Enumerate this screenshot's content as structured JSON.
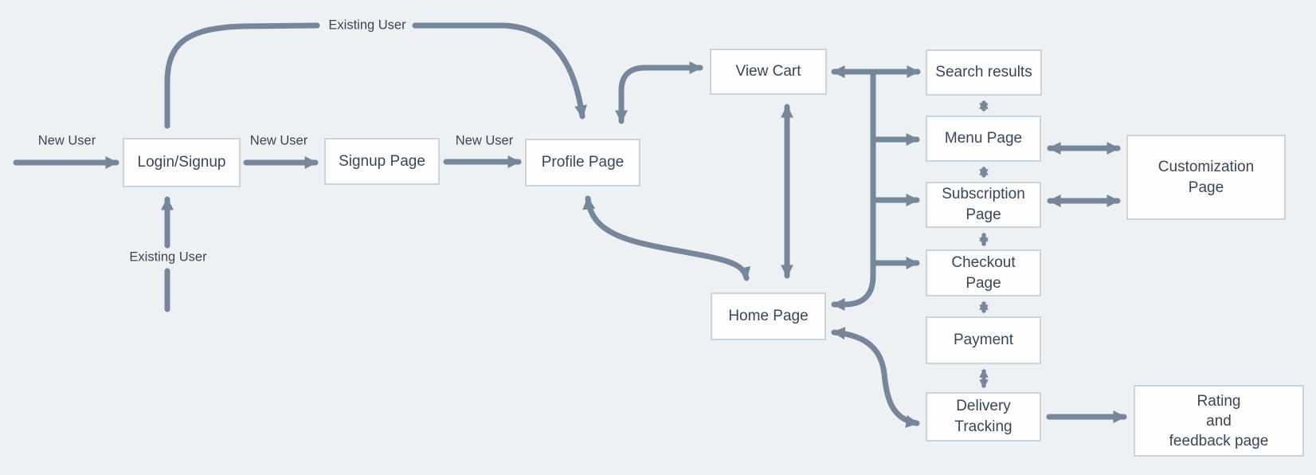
{
  "diagram": {
    "type": "app-navigation-flowchart",
    "colors": {
      "background": "#edf1f4",
      "arrow": "#76869b",
      "node_fill": "#fdfdfe",
      "node_border": "#ccd4db",
      "text": "#3a4656"
    }
  },
  "nodes": {
    "login": {
      "label": "Login/Signup"
    },
    "signup": {
      "label": "Signup Page"
    },
    "profile": {
      "label": "Profile Page"
    },
    "view_cart": {
      "label": "View Cart"
    },
    "search_results": {
      "label": "Search results"
    },
    "menu": {
      "label": "Menu Page"
    },
    "subscription": {
      "label": "Subscription\nPage"
    },
    "checkout": {
      "label": "Checkout\nPage"
    },
    "payment": {
      "label": "Payment"
    },
    "delivery": {
      "label": "Delivery\nTracking"
    },
    "customization": {
      "label": "Customization\nPage"
    },
    "rating": {
      "label": "Rating\nand\nfeedback page"
    }
  },
  "edge_labels": {
    "new_user_1": "New User",
    "new_user_2": "New User",
    "new_user_3": "New User",
    "existing_user_top": "Existing User",
    "existing_user_bottom": "Existing User"
  },
  "edges": [
    {
      "from": "entry-left",
      "to": "login",
      "label": "New User",
      "heads": "end"
    },
    {
      "from": "login",
      "to": "signup",
      "label": "New User",
      "heads": "end"
    },
    {
      "from": "signup",
      "to": "profile",
      "label": "New User",
      "heads": "end"
    },
    {
      "from": "entry-bottom",
      "to": "login",
      "label": "Existing User",
      "heads": "end"
    },
    {
      "from": "login",
      "to": "profile",
      "label": "Existing User",
      "heads": "end"
    },
    {
      "from": "profile",
      "to": "view_cart",
      "heads": "both"
    },
    {
      "from": "profile",
      "to": "home",
      "heads": "both"
    },
    {
      "from": "view_cart",
      "to": "home",
      "heads": "both"
    },
    {
      "from": "view_cart",
      "to": "search_results",
      "heads": "both"
    },
    {
      "from": "cart-search-junction",
      "to": "home",
      "heads": "end"
    },
    {
      "from": "cart-search-junction",
      "to": "menu",
      "heads": "end"
    },
    {
      "from": "cart-search-junction",
      "to": "subscription",
      "heads": "end"
    },
    {
      "from": "cart-search-junction",
      "to": "checkout",
      "heads": "end"
    },
    {
      "from": "home",
      "to": "delivery",
      "heads": "both"
    },
    {
      "from": "search_results",
      "to": "menu",
      "heads": "both"
    },
    {
      "from": "menu",
      "to": "subscription",
      "heads": "both"
    },
    {
      "from": "subscription",
      "to": "checkout",
      "heads": "both"
    },
    {
      "from": "checkout",
      "to": "payment",
      "heads": "both"
    },
    {
      "from": "payment",
      "to": "delivery",
      "heads": "both"
    },
    {
      "from": "menu",
      "to": "customization",
      "heads": "both"
    },
    {
      "from": "subscription",
      "to": "customization",
      "heads": "both"
    },
    {
      "from": "delivery",
      "to": "rating",
      "heads": "end"
    }
  ],
  "home_label": "Home Page"
}
